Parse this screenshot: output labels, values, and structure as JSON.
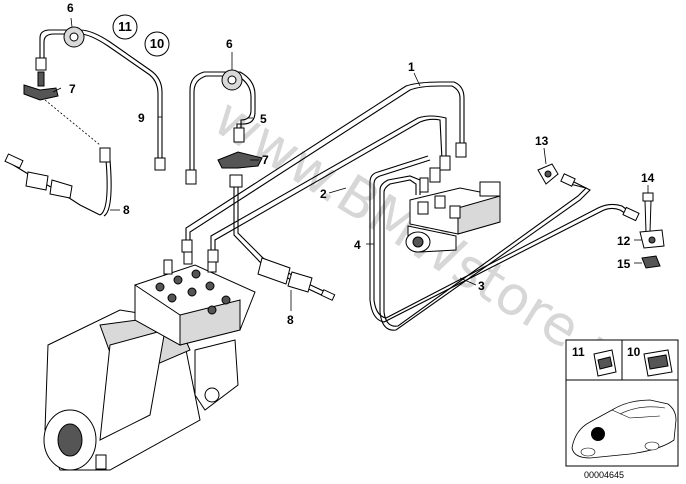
{
  "diagram": {
    "callouts": {
      "c1": "1",
      "c2": "2",
      "c3": "3",
      "c4": "4",
      "c5": "5",
      "c6a": "6",
      "c6b": "6",
      "c7a": "7",
      "c7b": "7",
      "c8a": "8",
      "c8b": "8",
      "c9": "9",
      "c12": "12",
      "c13": "13",
      "c14": "14",
      "c15": "15"
    },
    "circled_refs": {
      "r11": "11",
      "r10": "10"
    },
    "watermark": "www.BMWstore.pl",
    "inset": {
      "label_11": "11",
      "label_10": "10"
    },
    "diagram_id": "00004645"
  }
}
